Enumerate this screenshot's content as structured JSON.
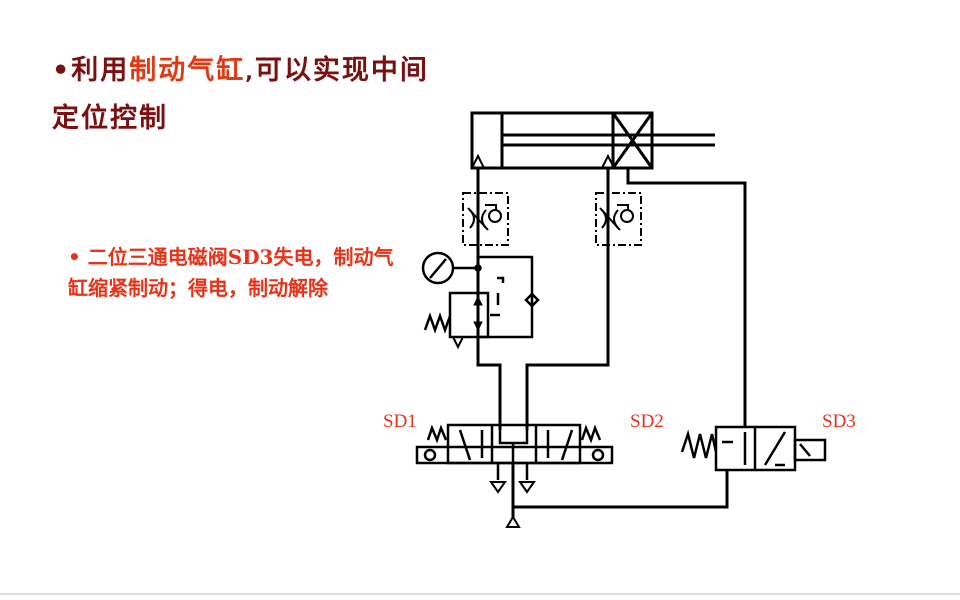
{
  "title": {
    "bullet": "•",
    "part1": "利用",
    "highlight": "制动气缸",
    "comma": ",",
    "part2": "可以实现中间",
    "line2": "定位控制"
  },
  "note": "• 二位三通电磁阀SD3失电，制动气缸缩紧制动；得电，制动解除",
  "diagram": {
    "labels": {
      "sd1": "SD1",
      "sd2": "SD2",
      "sd3": "SD3"
    }
  }
}
